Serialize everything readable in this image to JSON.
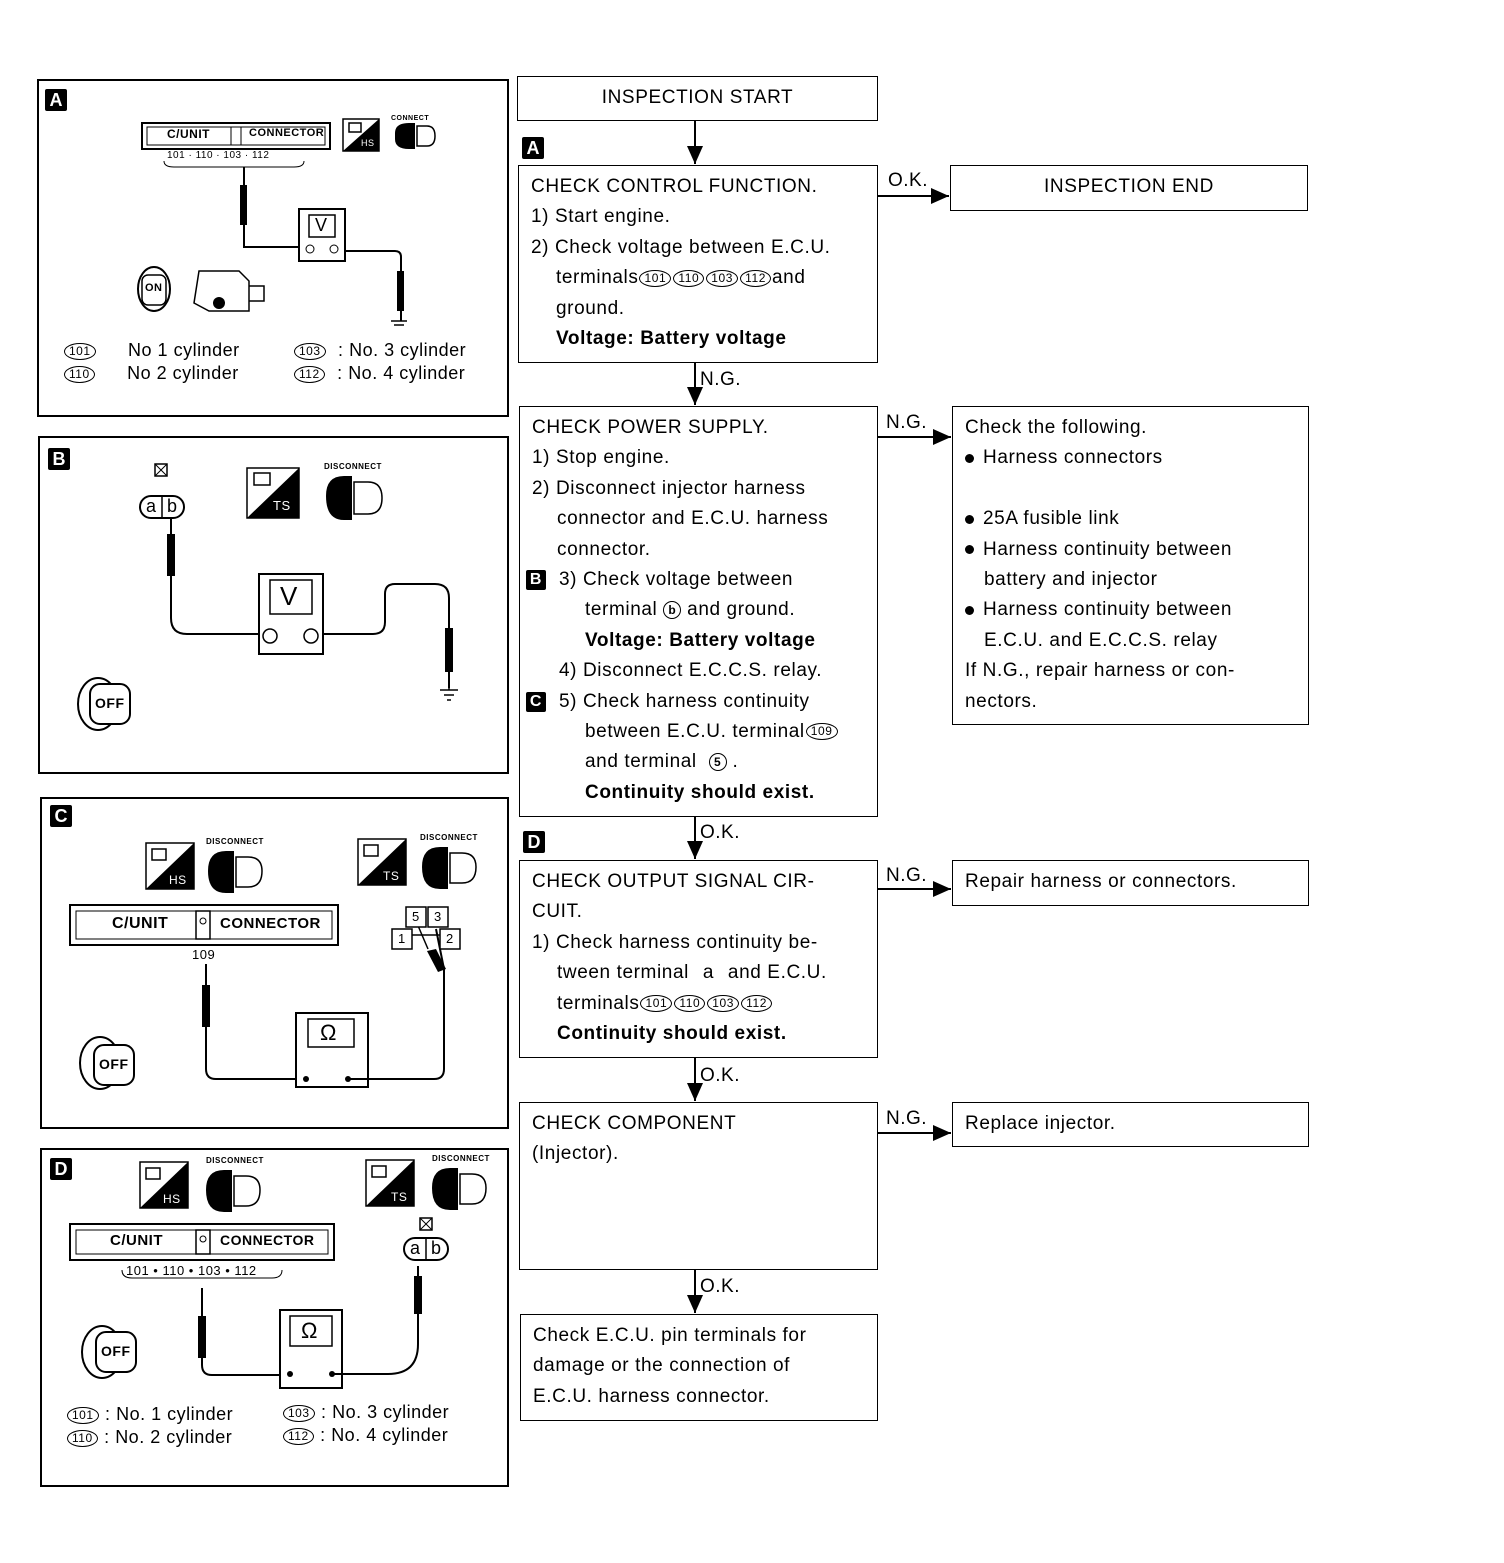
{
  "panels": {
    "A": {
      "badge": "A",
      "cunit": "C/UNIT",
      "connector": "CONNECTOR",
      "terminals_row": "101 · 110 · 103 · 112",
      "meter": "V",
      "hs": "HS",
      "connect": "CONNECT",
      "key": "ON",
      "legend": [
        {
          "term": "101",
          "sep": "",
          "text": "No 1 cylinder"
        },
        {
          "term": "110",
          "sep": "",
          "text": "No 2 cylinder"
        },
        {
          "term": "103",
          "sep": ":",
          "text": "No. 3 cylinder"
        },
        {
          "term": "112",
          "sep": ":",
          "text": "No. 4 cylinder"
        }
      ]
    },
    "B": {
      "badge": "B",
      "meter": "V",
      "ts": "TS",
      "disconnect": "DISCONNECT",
      "key": "OFF",
      "conn_a": "a",
      "conn_b": "b"
    },
    "C": {
      "badge": "C",
      "hs": "HS",
      "ts": "TS",
      "disconnect": "DISCONNECT",
      "cunit": "C/UNIT",
      "connector": "CONNECTOR",
      "terminal": "109",
      "pins": [
        "5",
        "3",
        "1",
        "2"
      ],
      "meter": "Ω",
      "key": "OFF"
    },
    "D": {
      "badge": "D",
      "hs": "HS",
      "ts": "TS",
      "disconnect": "DISCONNECT",
      "cunit": "C/UNIT",
      "connector": "CONNECTOR",
      "terminals_row": "101 • 110 • 103 • 112",
      "meter": "Ω",
      "key": "OFF",
      "conn_a": "a",
      "conn_b": "b",
      "legend": [
        {
          "term": "101",
          "sep": ":",
          "text": "No. 1 cylinder"
        },
        {
          "term": "110",
          "sep": ":",
          "text": "No. 2 cylinder"
        },
        {
          "term": "103",
          "sep": ":",
          "text": "No. 3 cylinder"
        },
        {
          "term": "112",
          "sep": ":",
          "text": "No. 4 cylinder"
        }
      ]
    }
  },
  "flow": {
    "start": "INSPECTION START",
    "end": "INSPECTION END",
    "ok": "O.K.",
    "ng": "N.G.",
    "badges": {
      "a": "A",
      "b": "B",
      "c": "C",
      "d": "D"
    },
    "step1": {
      "title": "CHECK CONTROL FUNCTION.",
      "l1": "1) Start engine.",
      "l2": "2) Check voltage between E.C.U.",
      "l3a": "terminals",
      "t1": "101",
      "t2": "110",
      "t3": "103",
      "t4": "112",
      "l3b": "and",
      "l4": "ground.",
      "l5": "Voltage: Battery voltage"
    },
    "step2": {
      "title": "CHECK POWER SUPPLY.",
      "l1": "1) Stop engine.",
      "l2": "2) Disconnect injector harness",
      "l3": "connector and E.C.U. harness",
      "l4": "connector.",
      "l5": "3) Check voltage between",
      "l6a": "terminal",
      "l6t": "b",
      "l6b": "and ground.",
      "l7": "Voltage: Battery voltage",
      "l8": "4) Disconnect E.C.C.S. relay.",
      "l9": "5) Check harness continuity",
      "l10a": "between E.C.U. terminal",
      "l10t": "109",
      "l11a": "and terminal",
      "l11t": "5",
      "l11b": ".",
      "l12": "Continuity should exist."
    },
    "ng2": {
      "title": "Check the following.",
      "b1": "Harness connectors",
      "b2": "25A fusible link",
      "b3a": "Harness continuity between",
      "b3b": "battery and injector",
      "b4a": "Harness continuity between",
      "b4b": "E.C.U. and E.C.C.S. relay",
      "n1": "If N.G., repair harness or con-",
      "n2": "nectors."
    },
    "step3": {
      "title1": "CHECK OUTPUT SIGNAL CIR-",
      "title2": "CUIT.",
      "l1": "1) Check harness continuity be-",
      "l2a": "tween terminal",
      "l2t": "a",
      "l2b": "and E.C.U.",
      "l3a": "terminals",
      "t1": "101",
      "t2": "110",
      "t3": "103",
      "t4": "112",
      "l4": "Continuity should exist."
    },
    "ng3": "Repair harness or connectors.",
    "step4": {
      "l1": "CHECK COMPONENT",
      "l2": "(Injector)."
    },
    "ng4": "Replace injector.",
    "final": {
      "l1": "Check E.C.U. pin terminals for",
      "l2": "damage or the connection of",
      "l3": "E.C.U. harness connector."
    }
  }
}
